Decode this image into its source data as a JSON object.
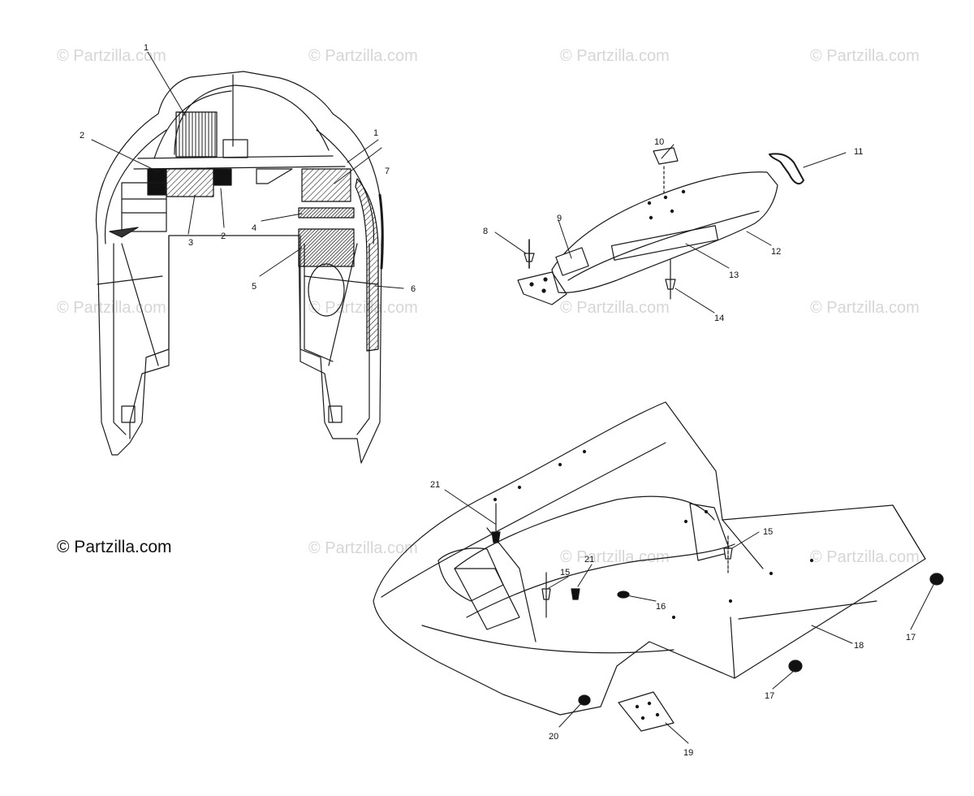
{
  "watermark_text": "© Partzilla.com",
  "copyright_text": "© Partzilla.com",
  "callouts": [
    {
      "id": "c1a",
      "label": "1"
    },
    {
      "id": "c1b",
      "label": "1"
    },
    {
      "id": "c2a",
      "label": "2"
    },
    {
      "id": "c2b",
      "label": "2"
    },
    {
      "id": "c3",
      "label": "3"
    },
    {
      "id": "c4",
      "label": "4"
    },
    {
      "id": "c5",
      "label": "5"
    },
    {
      "id": "c6",
      "label": "6"
    },
    {
      "id": "c7",
      "label": "7"
    },
    {
      "id": "c8",
      "label": "8"
    },
    {
      "id": "c9",
      "label": "9"
    },
    {
      "id": "c10",
      "label": "10"
    },
    {
      "id": "c11",
      "label": "11"
    },
    {
      "id": "c12",
      "label": "12"
    },
    {
      "id": "c13",
      "label": "13"
    },
    {
      "id": "c14",
      "label": "14"
    },
    {
      "id": "c15a",
      "label": "15"
    },
    {
      "id": "c15b",
      "label": "15"
    },
    {
      "id": "c16",
      "label": "16"
    },
    {
      "id": "c17a",
      "label": "17"
    },
    {
      "id": "c17b",
      "label": "17"
    },
    {
      "id": "c18",
      "label": "18"
    },
    {
      "id": "c19",
      "label": "19"
    },
    {
      "id": "c20",
      "label": "20"
    },
    {
      "id": "c21a",
      "label": "21"
    },
    {
      "id": "c21b",
      "label": "21"
    }
  ]
}
